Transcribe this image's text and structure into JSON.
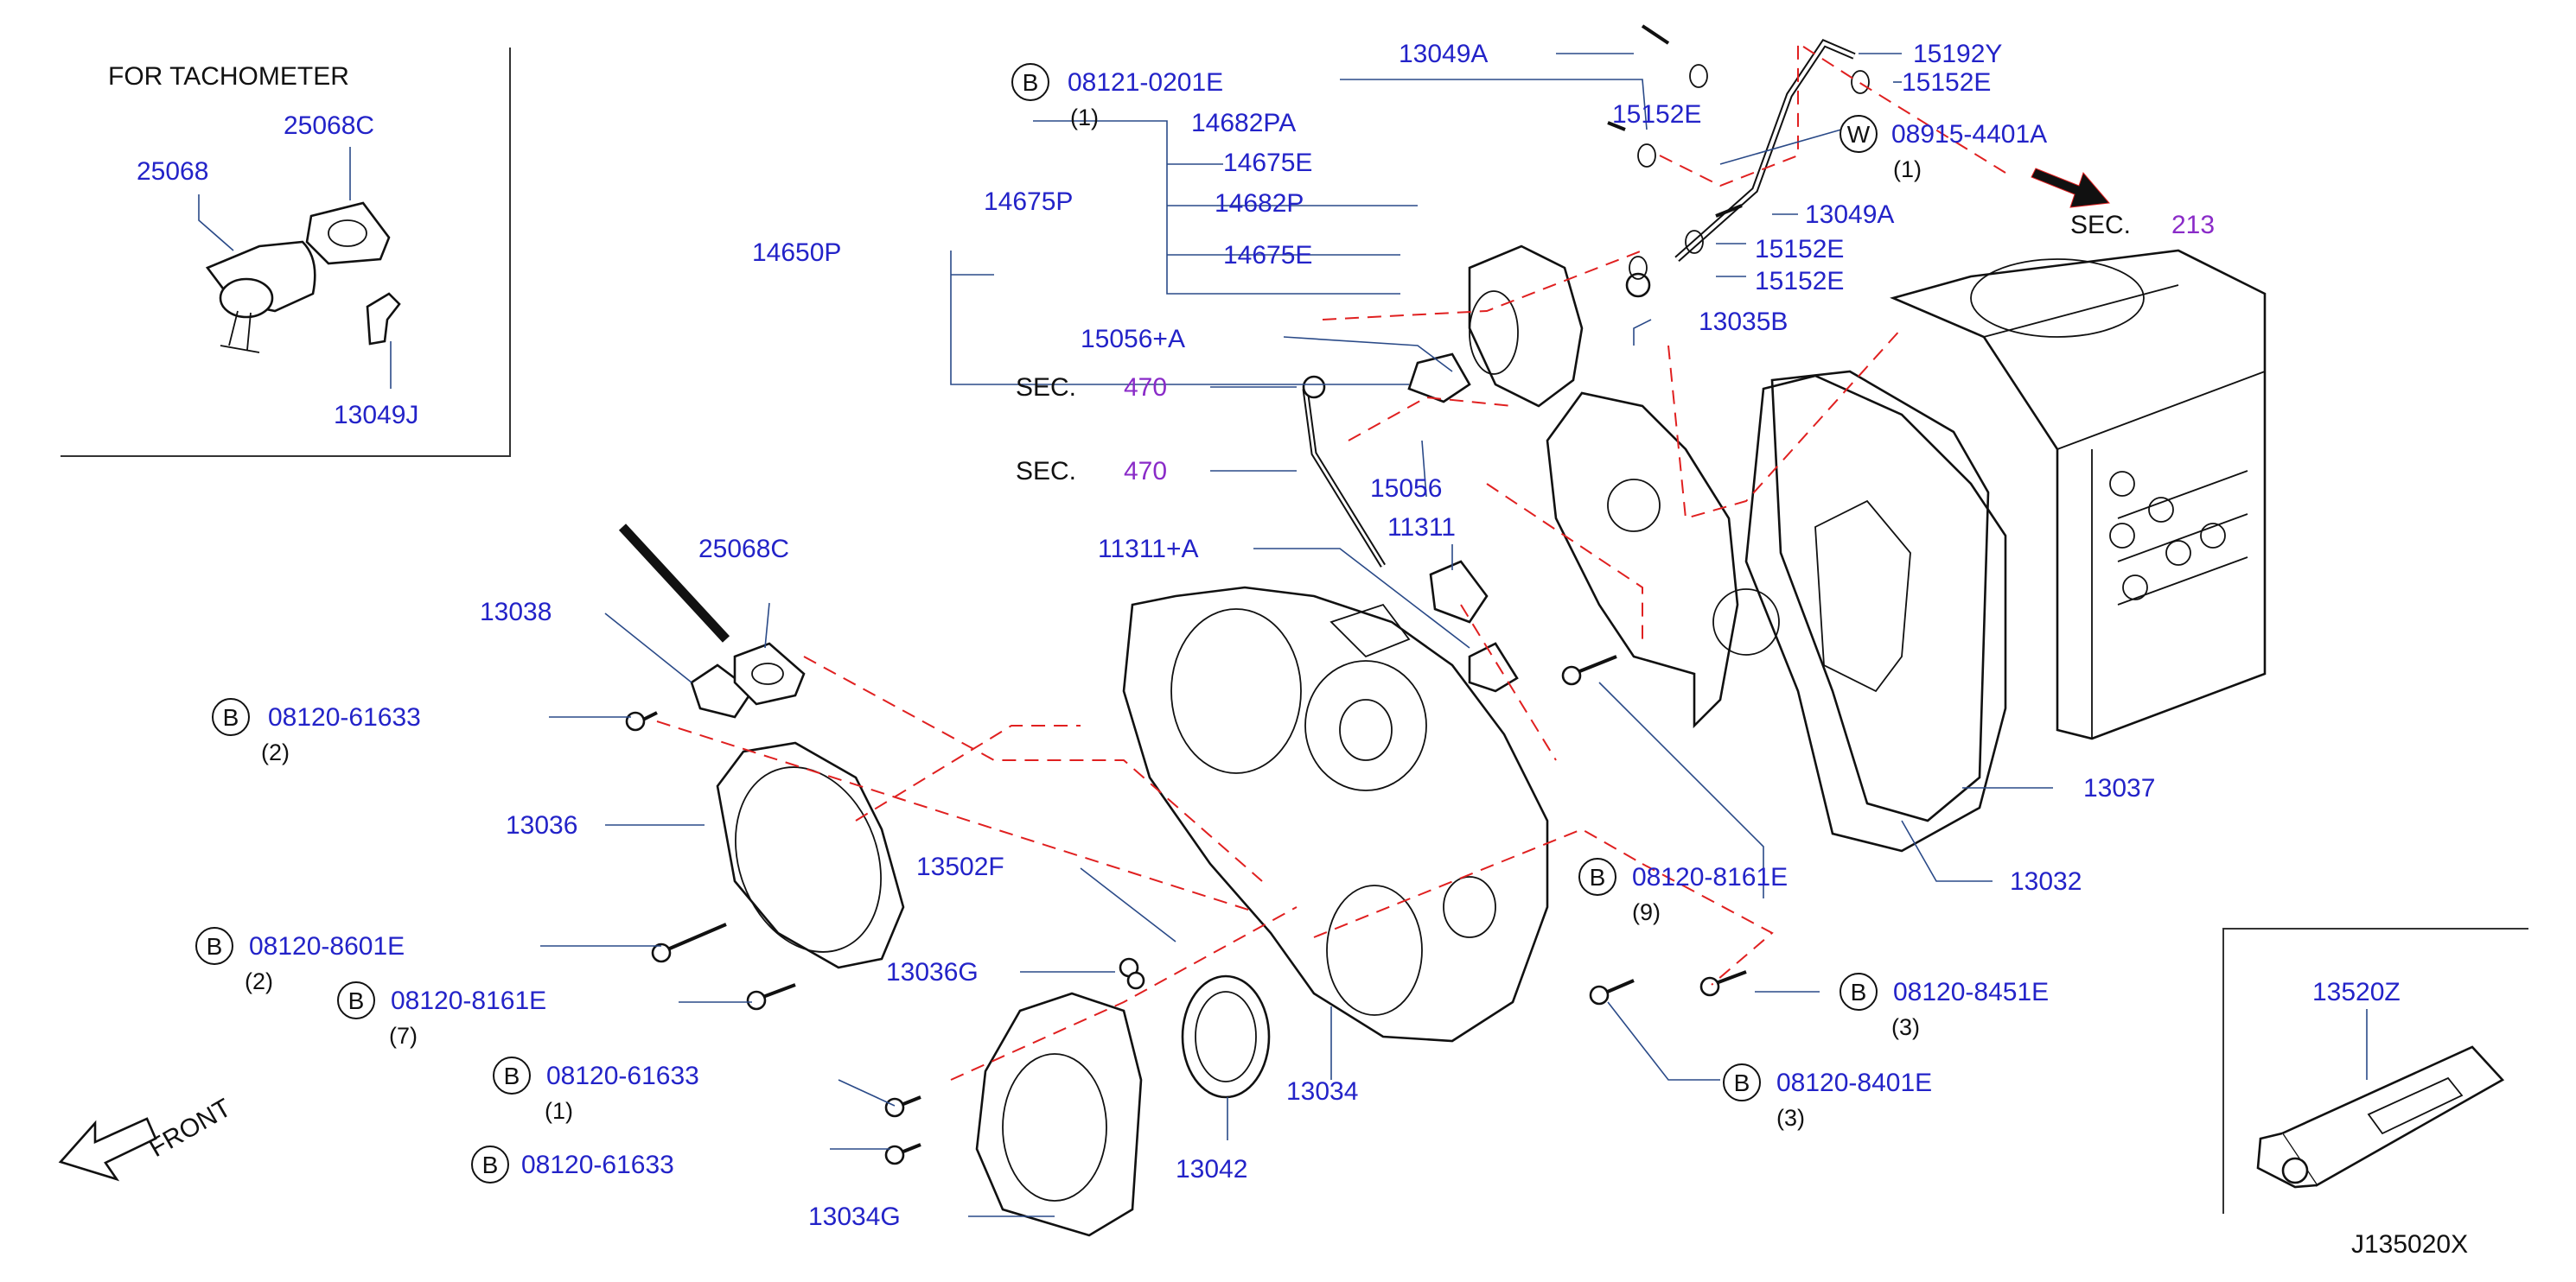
{
  "inset_tachometer": {
    "title": "FOR   TACHOMETER",
    "parts": [
      "25068",
      "25068C",
      "13049J"
    ]
  },
  "inset_sealant": {
    "parts": [
      "13520Z"
    ]
  },
  "diagram_id": "J135020X",
  "front_label": "FRONT",
  "sec_prefix": "SEC.",
  "sections": [
    "213",
    "470",
    "470"
  ],
  "badges": {
    "B": "B",
    "W": "W"
  },
  "bracket_parts": {
    "parent": "14650P",
    "child": "14675P",
    "items": [
      "14682PA",
      "14675E",
      "14682P",
      "14675E"
    ]
  },
  "parts": [
    {
      "id": "13049A",
      "text": "13049A"
    },
    {
      "id": "15192Y",
      "text": "15192Y"
    },
    {
      "id": "15152E",
      "text": "15152E"
    },
    {
      "id": "15152E-b",
      "text": "15152E"
    },
    {
      "id": "08915-4401A",
      "text": "08915-4401A",
      "qty": "(1)"
    },
    {
      "id": "13049A-b",
      "text": "13049A"
    },
    {
      "id": "15152E-c",
      "text": "15152E"
    },
    {
      "id": "15152E-d",
      "text": "15152E"
    },
    {
      "id": "08121-0201E",
      "text": "08121-0201E",
      "qty": "(1)"
    },
    {
      "id": "13035B",
      "text": "13035B"
    },
    {
      "id": "15056+A",
      "text": "15056+A"
    },
    {
      "id": "15056",
      "text": "15056"
    },
    {
      "id": "11311+A",
      "text": "11311+A"
    },
    {
      "id": "11311",
      "text": "11311"
    },
    {
      "id": "25068C",
      "text": "25068C"
    },
    {
      "id": "13038",
      "text": "13038"
    },
    {
      "id": "08120-61633-a",
      "text": "08120-61633",
      "qty": "(2)"
    },
    {
      "id": "13036",
      "text": "13036"
    },
    {
      "id": "13502F",
      "text": "13502F"
    },
    {
      "id": "08120-8601E",
      "text": "08120-8601E",
      "qty": "(2)"
    },
    {
      "id": "08120-8161E-a",
      "text": "08120-8161E",
      "qty": "(7)"
    },
    {
      "id": "13036G",
      "text": "13036G"
    },
    {
      "id": "08120-61633-b",
      "text": "08120-61633",
      "qty": "(1)"
    },
    {
      "id": "08120-61633-c",
      "text": "08120-61633"
    },
    {
      "id": "13034G",
      "text": "13034G"
    },
    {
      "id": "13042",
      "text": "13042"
    },
    {
      "id": "13034",
      "text": "13034"
    },
    {
      "id": "08120-8161E-b",
      "text": "08120-8161E",
      "qty": "(9)"
    },
    {
      "id": "08120-8451E",
      "text": "08120-8451E",
      "qty": "(3)"
    },
    {
      "id": "08120-8401E",
      "text": "08120-8401E",
      "qty": "(3)"
    },
    {
      "id": "13037",
      "text": "13037"
    },
    {
      "id": "13032",
      "text": "13032"
    }
  ]
}
